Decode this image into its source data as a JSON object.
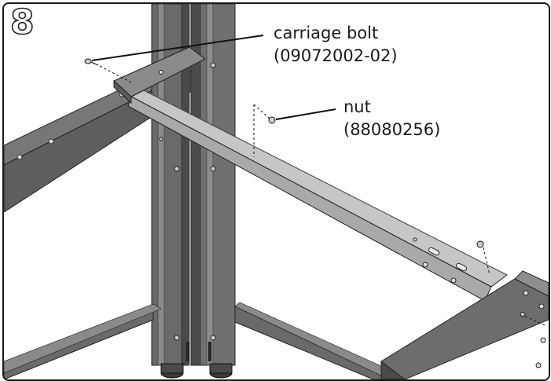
{
  "step": {
    "number": "8"
  },
  "callouts": {
    "bolt": {
      "label": "carriage bolt",
      "part_no": "(09072002-02)"
    },
    "nut": {
      "label": "nut",
      "part_no": "(88080256)"
    }
  },
  "colors": {
    "metal_dark": "#5a5a5a",
    "metal_mid": "#7d7d7d",
    "metal_light": "#bdbdbd",
    "outline": "#1a1a1a"
  }
}
